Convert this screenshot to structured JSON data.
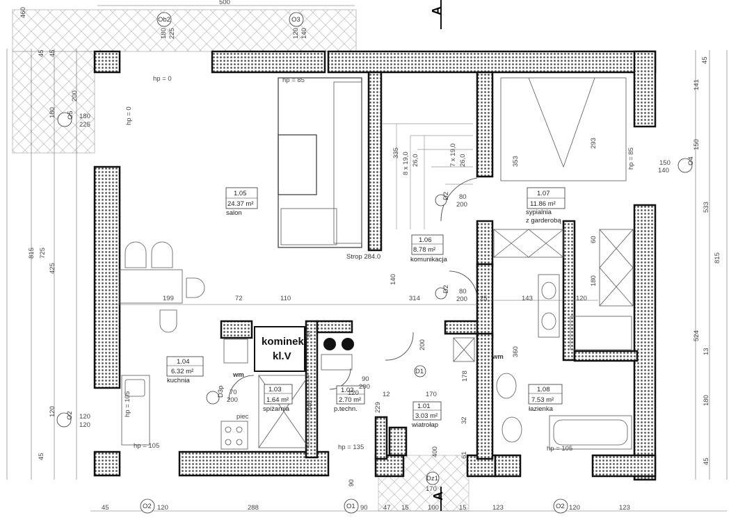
{
  "rooms": [
    {
      "number": "1.05",
      "area": "24.37 m²",
      "name": "salon"
    },
    {
      "number": "1.06",
      "area": "8.78 m²",
      "name": "komunikacja"
    },
    {
      "number": "1.07",
      "area": "11.86 m²",
      "name": "sypialnia",
      "name2": "z garderobą"
    },
    {
      "number": "1.04",
      "area": "6.32 m²",
      "name": "kuchnia"
    },
    {
      "number": "1.03",
      "area": "1.64 m²",
      "name": "spiżarnia"
    },
    {
      "number": "1.02",
      "area": "2.70 m²",
      "name": "p.techn."
    },
    {
      "number": "1.01",
      "area": "3.03 m²",
      "name": "wiatrołap"
    },
    {
      "number": "1.08",
      "area": "7.53 m²",
      "name": "łazienka"
    }
  ],
  "fireplace": {
    "line1": "kominek",
    "line2": "kl.V"
  },
  "section_marks": {
    "top": "A",
    "bottom": "A"
  },
  "strop_label": "Strop 284.0",
  "window_tags": [
    "Ob2",
    "O3",
    "O5",
    "O4",
    "O2",
    "O1",
    "O2",
    "O2"
  ],
  "door_tags": [
    "D2",
    "D2",
    "D1",
    "D3p",
    "Dz1"
  ],
  "top_dims": [
    "500",
    "460"
  ],
  "bottom_dims": [
    "45",
    "120",
    "288",
    "90",
    "47",
    "15",
    "100",
    "15",
    "123",
    "120",
    "123"
  ],
  "right_dims": [
    "45",
    "141",
    "150",
    "533",
    "815",
    "524",
    "13",
    "180",
    "45"
  ],
  "left_dims": [
    "45",
    "45",
    "200",
    "180",
    "725",
    "815",
    "425",
    "120",
    "45"
  ],
  "window_sizes": {
    "ob2": "180",
    "ob2b": "225",
    "o3": "120",
    "o3b": "140",
    "o5": "180",
    "o5b": "225",
    "o4": "150",
    "o4b": "140",
    "o2l": "120",
    "o2lb": "120"
  },
  "heights": {
    "hp0": "hp = 0",
    "hp0v": "hp = 0",
    "hp85": "hp = 85",
    "hp85r": "hp = 85",
    "hp105": "hp = 105",
    "hp105b": "hp = 105",
    "hp105r": "hp = 105",
    "hp135": "hp = 135"
  },
  "internal_dims": {
    "d199": "199",
    "d72": "72",
    "d110": "110",
    "d314": "314",
    "d25": "25",
    "d143": "143",
    "d120": "120",
    "d140": "140",
    "d335": "335",
    "d353": "353",
    "d293": "293",
    "d60": "60",
    "d180": "180",
    "d360": "360",
    "d178": "178",
    "d148": "148",
    "d90": "90",
    "d200": "200",
    "d170": "170",
    "d12": "12",
    "d229": "229",
    "d32": "32",
    "d61": "61",
    "d400": "400",
    "d90b": "90"
  },
  "doors": {
    "d2a_w": "80",
    "d2a_h": "200",
    "d2b_w": "80",
    "d2b_h": "200",
    "d3p_w": "70",
    "d3p_h": "200",
    "d1_w": "90",
    "d1_h": "200",
    "d1_w2": "120",
    "dz1_w": "170"
  },
  "stairs": {
    "s1": "8 x 19,0",
    "s1b": "26,0",
    "s2": "7 x 19,0",
    "s2b": "26,0"
  },
  "wm": "wm",
  "piec": "piec"
}
